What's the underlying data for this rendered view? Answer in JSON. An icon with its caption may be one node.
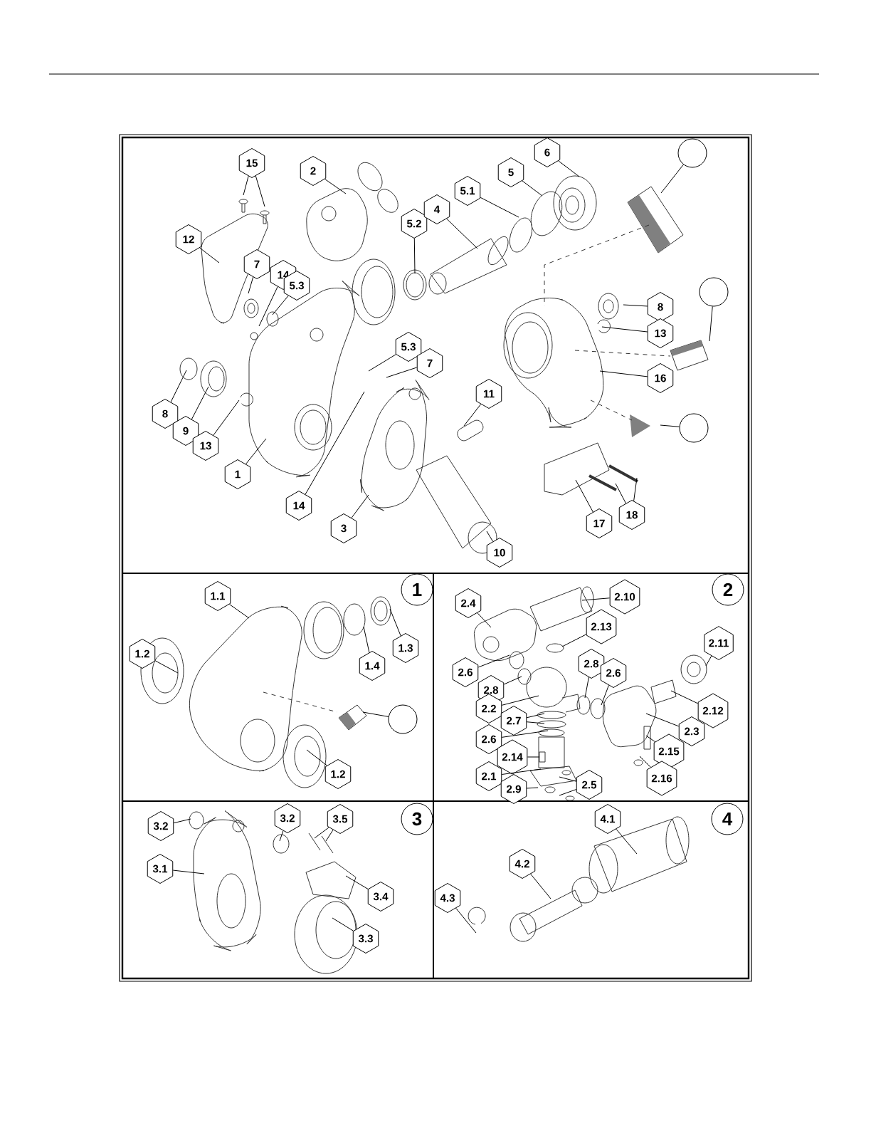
{
  "diagram": {
    "nodes": [
      {
        "text": [
          "15"
        ]
      },
      {
        "text": [
          "2"
        ]
      },
      {
        "text": [
          "12"
        ]
      },
      {
        "text": [
          "7"
        ]
      },
      {
        "text": [
          "14"
        ]
      },
      {
        "text": [
          "5.3"
        ]
      },
      {
        "text": [
          "5.2"
        ]
      },
      {
        "text": [
          "4"
        ]
      },
      {
        "text": [
          "5.1"
        ]
      },
      {
        "text": [
          "5"
        ]
      },
      {
        "text": [
          "6"
        ]
      },
      {
        "text": [],
        "shape": "circle"
      },
      {
        "text": [
          "8"
        ]
      },
      {
        "text": [
          "13"
        ]
      },
      {
        "text": [],
        "shape": "circle"
      },
      {
        "text": [
          "16"
        ]
      },
      {
        "text": [],
        "shape": "circle"
      },
      {
        "text": [
          "5.3"
        ]
      },
      {
        "text": [
          "7"
        ]
      },
      {
        "text": [
          "11"
        ]
      },
      {
        "text": [
          "8"
        ]
      },
      {
        "text": [
          "9"
        ]
      },
      {
        "text": [
          "13"
        ]
      },
      {
        "text": [
          "1"
        ]
      },
      {
        "text": [
          "14"
        ]
      },
      {
        "text": [
          "3"
        ]
      },
      {
        "text": [
          "17"
        ]
      },
      {
        "text": [
          "18"
        ]
      },
      {
        "text": [
          "10"
        ]
      },
      {
        "text": [
          "1"
        ]
      },
      {
        "text": [
          "1.1"
        ]
      },
      {
        "text": [
          "1.2"
        ]
      },
      {
        "text": [
          "1.3"
        ]
      },
      {
        "text": [
          "1.4"
        ]
      },
      {
        "text": [],
        "shape": "circle"
      },
      {
        "text": [
          "1.2"
        ]
      },
      {
        "text": [
          "2"
        ]
      },
      {
        "text": [
          "2.10"
        ]
      },
      {
        "text": [
          "2.4"
        ]
      },
      {
        "text": [
          "2.13"
        ]
      },
      {
        "text": [
          "2.11"
        ]
      },
      {
        "text": [
          "2.6"
        ]
      },
      {
        "text": [
          "2.8"
        ]
      },
      {
        "text": [
          "2.8"
        ]
      },
      {
        "text": [
          "2.6"
        ]
      },
      {
        "text": [
          "2.2"
        ]
      },
      {
        "text": [
          "2.12"
        ]
      },
      {
        "text": [
          "2.7"
        ]
      },
      {
        "text": [
          "2.3"
        ]
      },
      {
        "text": [
          "2.6"
        ]
      },
      {
        "text": [
          "2.15"
        ]
      },
      {
        "text": [
          "2.14"
        ]
      },
      {
        "text": [
          "2.1"
        ]
      },
      {
        "text": [
          "2.16"
        ]
      },
      {
        "text": [
          "2.9"
        ]
      },
      {
        "text": [
          "2.5"
        ]
      },
      {
        "text": [
          "3"
        ]
      },
      {
        "text": [
          "3.2"
        ]
      },
      {
        "text": [
          "3.2"
        ]
      },
      {
        "text": [
          "3.5"
        ]
      },
      {
        "text": [
          "3.1"
        ]
      },
      {
        "text": [
          "3.4"
        ]
      },
      {
        "text": [
          "3.3"
        ]
      },
      {
        "text": [
          "4"
        ]
      },
      {
        "text": [
          "4.1"
        ]
      },
      {
        "text": [
          "4.2"
        ]
      },
      {
        "text": [
          "4.3"
        ]
      }
    ],
    "edges": [
      {
        "from": 0,
        "to": null,
        "arrow": "none"
      },
      {
        "from": 0,
        "to": null,
        "arrow": "none"
      },
      {
        "from": 1,
        "to": null,
        "arrow": "none"
      },
      {
        "from": 2,
        "to": null,
        "arrow": "none"
      },
      {
        "from": 3,
        "to": null,
        "arrow": "none"
      },
      {
        "from": 4,
        "to": null,
        "arrow": "none"
      },
      {
        "from": 5,
        "to": null,
        "arrow": "none"
      },
      {
        "from": 6,
        "to": null,
        "arrow": "none"
      },
      {
        "from": 7,
        "to": null,
        "arrow": "none"
      },
      {
        "from": 8,
        "to": null,
        "arrow": "none"
      },
      {
        "from": 9,
        "to": null,
        "arrow": "none"
      },
      {
        "from": 10,
        "to": null,
        "arrow": "none"
      },
      {
        "from": 11,
        "to": null,
        "arrow": "none"
      },
      {
        "from": 12,
        "to": null,
        "arrow": "none"
      },
      {
        "from": 13,
        "to": null,
        "arrow": "none"
      },
      {
        "from": 14,
        "to": null,
        "arrow": "none"
      },
      {
        "from": 15,
        "to": null,
        "arrow": "none"
      },
      {
        "from": 16,
        "to": null,
        "arrow": "none"
      },
      {
        "from": 17,
        "to": null,
        "arrow": "none"
      },
      {
        "from": 18,
        "to": null,
        "arrow": "none"
      },
      {
        "from": 19,
        "to": null,
        "arrow": "none"
      },
      {
        "from": 20,
        "to": null,
        "arrow": "none"
      },
      {
        "from": 21,
        "to": null,
        "arrow": "none"
      },
      {
        "from": 22,
        "to": null,
        "arrow": "none"
      },
      {
        "from": 23,
        "to": null,
        "arrow": "none"
      },
      {
        "from": 24,
        "to": null,
        "arrow": "none"
      },
      {
        "from": 25,
        "to": null,
        "arrow": "none"
      },
      {
        "from": 26,
        "to": null,
        "arrow": "none"
      },
      {
        "from": 27,
        "to": null,
        "arrow": "none"
      },
      {
        "from": 27,
        "to": null,
        "arrow": "none"
      },
      {
        "from": 28,
        "to": null,
        "arrow": "none"
      },
      {
        "from": 30,
        "to": null,
        "arrow": "none"
      },
      {
        "from": 31,
        "to": null,
        "arrow": "none"
      },
      {
        "from": 32,
        "to": null,
        "arrow": "none"
      },
      {
        "from": 33,
        "to": null,
        "arrow": "none"
      },
      {
        "from": 34,
        "to": null,
        "arrow": "none"
      },
      {
        "from": 35,
        "to": null,
        "arrow": "none"
      },
      {
        "from": 37,
        "to": null,
        "arrow": "none"
      },
      {
        "from": 38,
        "to": null,
        "arrow": "none"
      },
      {
        "from": 39,
        "to": null,
        "arrow": "none"
      },
      {
        "from": 40,
        "to": null,
        "arrow": "none"
      },
      {
        "from": 41,
        "to": null,
        "arrow": "none"
      },
      {
        "from": 42,
        "to": null,
        "arrow": "none"
      },
      {
        "from": 43,
        "to": null,
        "arrow": "none"
      },
      {
        "from": 44,
        "to": null,
        "arrow": "none"
      },
      {
        "from": 45,
        "to": null,
        "arrow": "none"
      },
      {
        "from": 46,
        "to": null,
        "arrow": "none"
      },
      {
        "from": 47,
        "to": null,
        "arrow": "none"
      },
      {
        "from": 47,
        "to": null,
        "arrow": "none"
      },
      {
        "from": 48,
        "to": null,
        "arrow": "none"
      },
      {
        "from": 49,
        "to": null,
        "arrow": "none"
      },
      {
        "from": 50,
        "to": null,
        "arrow": "none"
      },
      {
        "from": 51,
        "to": null,
        "arrow": "none"
      },
      {
        "from": 52,
        "to": null,
        "arrow": "none"
      },
      {
        "from": 53,
        "to": null,
        "arrow": "none"
      },
      {
        "from": 54,
        "to": null,
        "arrow": "none"
      },
      {
        "from": 55,
        "to": null,
        "arrow": "none"
      },
      {
        "from": 55,
        "to": null,
        "arrow": "none"
      },
      {
        "from": 57,
        "to": null,
        "arrow": "none"
      },
      {
        "from": 58,
        "to": null,
        "arrow": "none"
      },
      {
        "from": 59,
        "to": null,
        "arrow": "none"
      },
      {
        "from": 59,
        "to": null,
        "arrow": "none"
      },
      {
        "from": 60,
        "to": null,
        "arrow": "none"
      },
      {
        "from": 61,
        "to": null,
        "arrow": "none"
      },
      {
        "from": 62,
        "to": null,
        "arrow": "none"
      },
      {
        "from": 64,
        "to": null,
        "arrow": "none"
      },
      {
        "from": 65,
        "to": null,
        "arrow": "none"
      },
      {
        "from": 66,
        "to": null,
        "arrow": "none"
      }
    ]
  }
}
